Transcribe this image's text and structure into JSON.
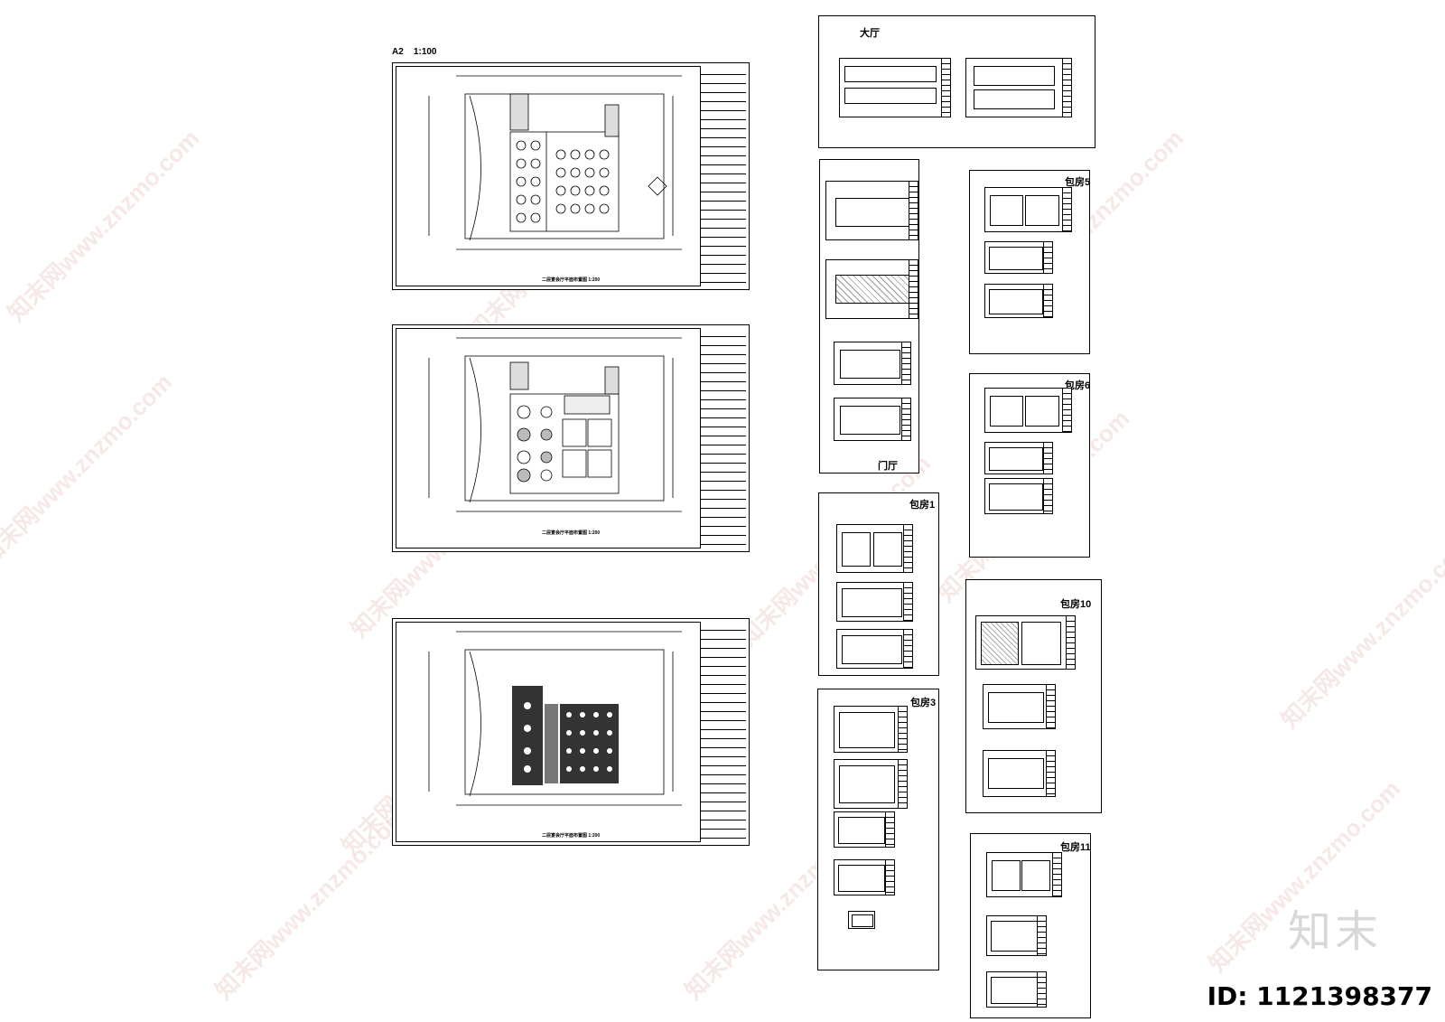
{
  "sheet_label": "A2",
  "sheet_scale": "1:100",
  "plans": [
    {
      "caption": "二层宴会厅平面布置图 1:200"
    },
    {
      "caption": "二层宴会厅平面布置图 1:200"
    },
    {
      "caption": "二层宴会厅平面布置图 1:200"
    }
  ],
  "sections": {
    "hall": "大厅",
    "lobby": "门厅",
    "room1": "包房1",
    "room3": "包房3",
    "room5": "包房5",
    "room6": "包房6",
    "room10": "包房10",
    "room11": "包房11"
  },
  "brand_text": "知末",
  "watermark_text": "知末网www.znzmo.com",
  "id_text": "ID: 1121398377"
}
